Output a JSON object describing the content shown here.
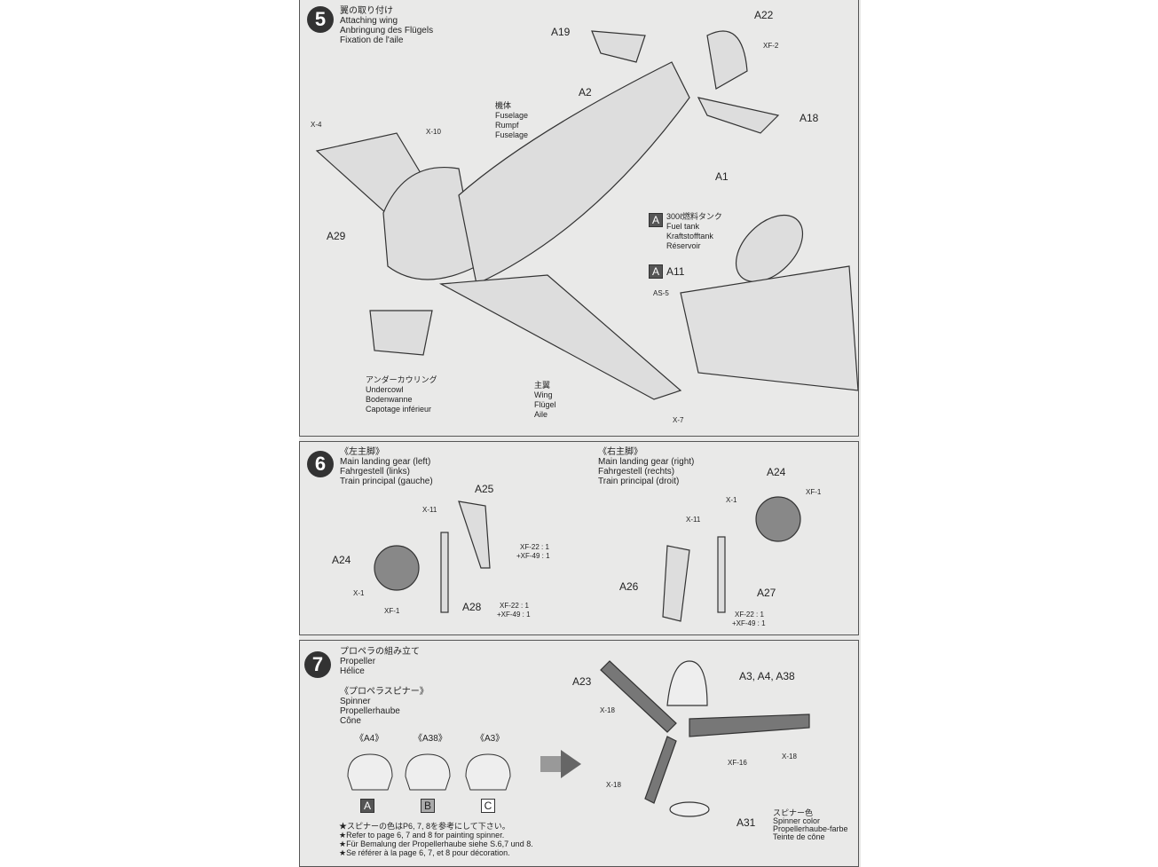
{
  "step5": {
    "number": "5",
    "title_jp": "翼の取り付け",
    "title_en": "Attaching wing",
    "title_de": "Anbringung des Flügels",
    "title_fr": "Fixation de l'aile",
    "parts": [
      "A19",
      "A22",
      "A2",
      "A18",
      "A1",
      "A29"
    ],
    "paints": [
      "XF-2",
      "X-4",
      "X-10",
      "X-7"
    ],
    "fuselage": [
      "機体",
      "Fuselage",
      "Rumpf",
      "Fuselage"
    ],
    "fuel_tank": {
      "badge": "A",
      "lines": [
        "300ℓ燃料タンク",
        "Fuel tank",
        "Kraftstofftank",
        "Réservoir"
      ]
    },
    "a11": {
      "badge": "A",
      "part": "A11",
      "paint": "AS-5"
    },
    "undercowl": [
      "アンダーカウリング",
      "Undercowl",
      "Bodenwanne",
      "Capotage inférieur"
    ],
    "wing": [
      "主翼",
      "Wing",
      "Flügel",
      "Aile"
    ]
  },
  "step6": {
    "number": "6",
    "left": {
      "lines": [
        "《左主脚》",
        "Main landing gear (left)",
        "Fahrgestell (links)",
        "Train principal (gauche)"
      ],
      "parts": [
        "A25",
        "A24",
        "A28"
      ],
      "paints": [
        "X-11",
        "X-1",
        "XF-1",
        "XF-22 : 1",
        "+XF-49 : 1",
        "XF-22 : 1",
        "+XF-49 : 1"
      ]
    },
    "right": {
      "lines": [
        "《右主脚》",
        "Main landing gear (right)",
        "Fahrgestell (rechts)",
        "Train principal (droit)"
      ],
      "parts": [
        "A24",
        "A26",
        "A27"
      ],
      "paints": [
        "X-1",
        "XF-1",
        "X-11",
        "XF-22 : 1",
        "+XF-49 : 1"
      ]
    }
  },
  "step7": {
    "number": "7",
    "title": [
      "プロペラの組み立て",
      "Propeller",
      "Hélice"
    ],
    "spinner": [
      "《プロペラスピナー》",
      "Spinner",
      "Propellerhaube",
      "Cône"
    ],
    "options": [
      {
        "part": "《A4》",
        "badge": "A"
      },
      {
        "part": "《A38》",
        "badge": "B"
      },
      {
        "part": "《A3》",
        "badge": "C"
      }
    ],
    "notes": [
      "★スピナーの色はP6, 7, 8を参考にして下さい。",
      "★Refer to page 6, 7 and 8 for painting spinner.",
      "★Für Bemalung der Propellerhaube siehe S.6,7 und 8.",
      "★Se référer à la page 6, 7, et 8 pour décoration."
    ],
    "parts": [
      "A23",
      "A3, A4, A38",
      "A31"
    ],
    "paints": [
      "X-18",
      "X-18",
      "XF-16",
      "X-18"
    ],
    "spinner_color": [
      "スピナー色",
      "Spinner color",
      "Propellerhaube-farbe",
      "Teinte de cône"
    ]
  }
}
